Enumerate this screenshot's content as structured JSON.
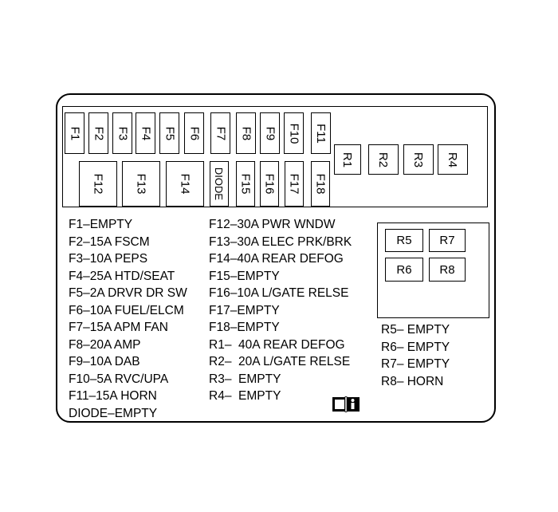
{
  "fuse_row_top": [
    {
      "id": "f1",
      "label": "F1"
    },
    {
      "id": "f2",
      "label": "F2"
    },
    {
      "id": "f3",
      "label": "F3"
    },
    {
      "id": "f4",
      "label": "F4"
    },
    {
      "id": "f5",
      "label": "F5"
    },
    {
      "id": "f6",
      "label": "F6"
    },
    {
      "id": "f7",
      "label": "F7"
    },
    {
      "id": "f8",
      "label": "F8"
    },
    {
      "id": "f9",
      "label": "F9"
    },
    {
      "id": "f10",
      "label": "F10"
    },
    {
      "id": "f11",
      "label": "F11"
    }
  ],
  "fuse_row_bottom": [
    {
      "id": "f12",
      "label": "F12"
    },
    {
      "id": "f13",
      "label": "F13"
    },
    {
      "id": "f14",
      "label": "F14"
    },
    {
      "id": "diode",
      "label": "DIODE"
    },
    {
      "id": "f15",
      "label": "F15"
    },
    {
      "id": "f16",
      "label": "F16"
    },
    {
      "id": "f17",
      "label": "F17"
    },
    {
      "id": "f18",
      "label": "F18"
    }
  ],
  "relays_top": [
    {
      "id": "r1",
      "label": "R1"
    },
    {
      "id": "r2",
      "label": "R2"
    },
    {
      "id": "r3",
      "label": "R3"
    },
    {
      "id": "r4",
      "label": "R4"
    }
  ],
  "relays_side": [
    {
      "id": "r5",
      "label": "R5"
    },
    {
      "id": "r7",
      "label": "R7"
    },
    {
      "id": "r6",
      "label": "R6"
    },
    {
      "id": "r8",
      "label": "R8"
    }
  ],
  "legend_col1": [
    "F1–EMPTY",
    "F2–15A FSCM",
    "F3–10A PEPS",
    "F4–25A HTD/SEAT",
    "F5–2A DRVR DR SW",
    "F6–10A FUEL/ELCM",
    "F7–15A APM FAN",
    "F8–20A AMP",
    "F9–10A DAB",
    "F10–5A RVC/UPA",
    "F11–15A HORN",
    "DIODE–EMPTY"
  ],
  "legend_col2": [
    "F12–30A PWR WNDW",
    "F13–30A ELEC PRK/BRK",
    "F14–40A REAR DEFOG",
    "F15–EMPTY",
    "F16–10A L/GATE RELSE",
    "F17–EMPTY",
    "F18–EMPTY",
    "R1–  40A REAR DEFOG",
    "R2–  20A L/GATE RELSE",
    "R3–  EMPTY",
    "R4–  EMPTY"
  ],
  "legend_col3": [
    "R5– EMPTY",
    "R6– EMPTY",
    "R7– EMPTY",
    "R8– HORN"
  ],
  "icon": "info-manual-icon"
}
